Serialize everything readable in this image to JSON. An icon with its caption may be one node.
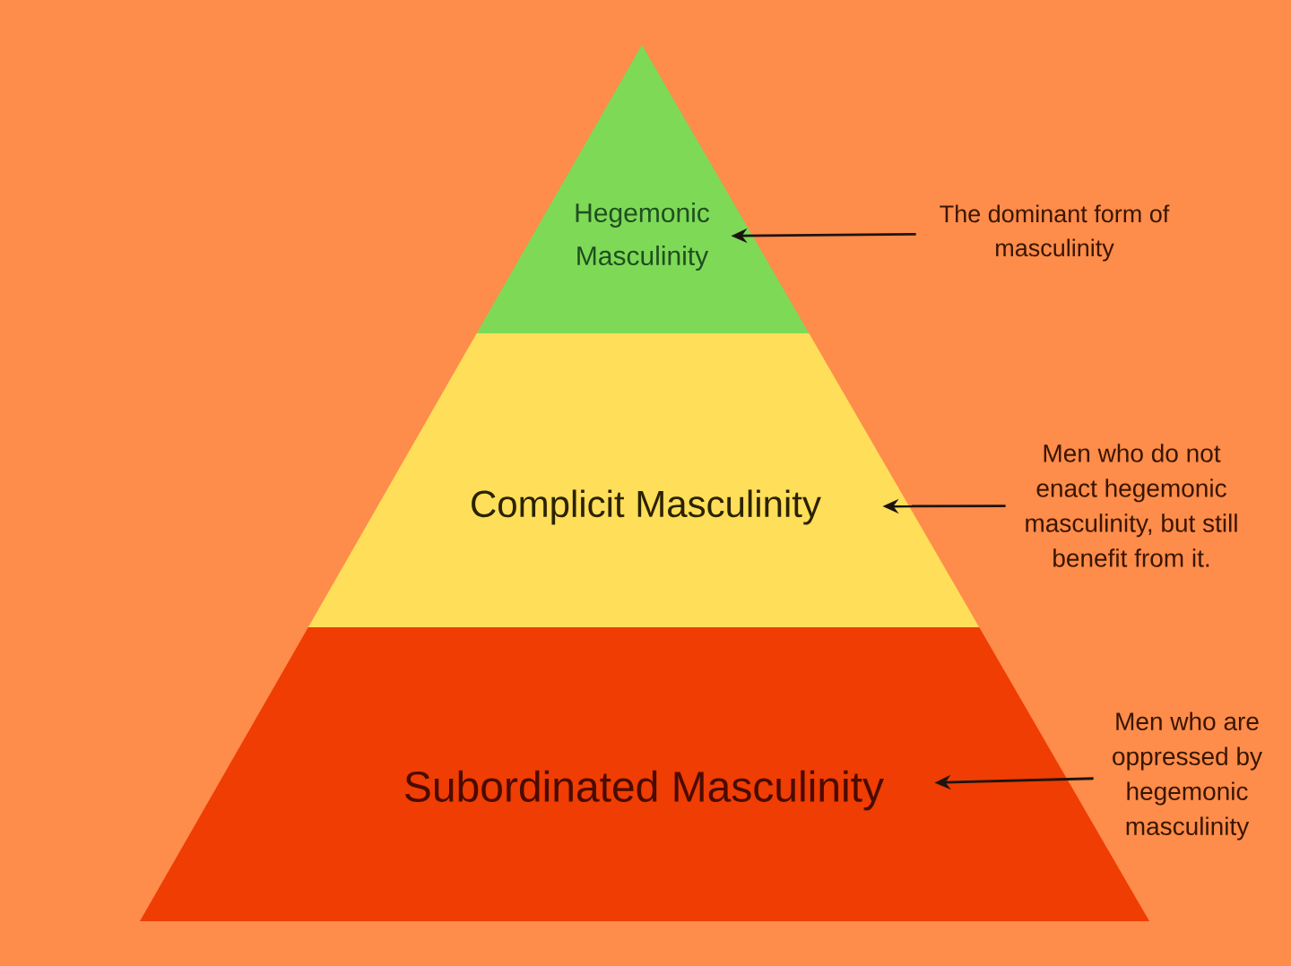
{
  "diagram": {
    "nodes": [
      {
        "text": [
          "Hegemonic Masculinity"
        ]
      },
      {
        "text": [
          "Complicit Masculinity"
        ]
      },
      {
        "text": [
          "Subordinated Masculinity"
        ]
      },
      {
        "text": [
          "The dominant form of masculinity"
        ]
      },
      {
        "text": [
          "Men who do not enact hegemonic masculinity, but still benefit from it."
        ]
      },
      {
        "text": [
          "Men who are oppressed by hegemonic masculinity"
        ]
      }
    ],
    "edges": [
      {
        "from": 3,
        "to": 0,
        "arrow": "to"
      },
      {
        "from": 4,
        "to": 1,
        "arrow": "to"
      },
      {
        "from": 5,
        "to": 2,
        "arrow": "to"
      }
    ]
  }
}
